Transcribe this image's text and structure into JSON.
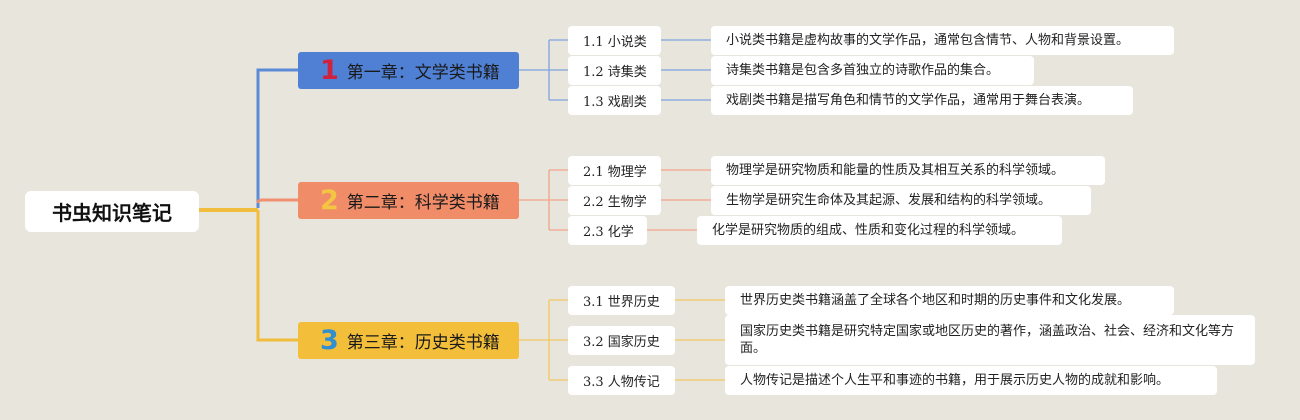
{
  "root": {
    "label": "书虫知识笔记"
  },
  "chapters": [
    {
      "number": "1",
      "title": "第一章：文学类书籍",
      "color": "#4f80d3",
      "number_color": "#d0213e",
      "line_color": "#5b8ad6",
      "items": [
        {
          "label": "1.1 小说类",
          "desc": "小说类书籍是虚构故事的文学作品，通常包含情节、人物和背景设置。"
        },
        {
          "label": "1.2 诗集类",
          "desc": "诗集类书籍是包含多首独立的诗歌作品的集合。"
        },
        {
          "label": "1.3 戏剧类",
          "desc": "戏剧类书籍是描写角色和情节的文学作品，通常用于舞台表演。"
        }
      ]
    },
    {
      "number": "2",
      "title": "第二章：科学类书籍",
      "color": "#f08c68",
      "number_color": "#f4c542",
      "line_color": "#f09070",
      "items": [
        {
          "label": "2.1 物理学",
          "desc": "物理学是研究物质和能量的性质及其相互关系的科学领域。"
        },
        {
          "label": "2.2 生物学",
          "desc": "生物学是研究生命体及其起源、发展和结构的科学领域。"
        },
        {
          "label": "2.3 化学",
          "desc": "化学是研究物质的组成、性质和变化过程的科学领域。"
        }
      ]
    },
    {
      "number": "3",
      "title": "第三章：历史类书籍",
      "color": "#f3be3a",
      "number_color": "#2f8fd0",
      "line_color": "#f0bd3c",
      "items": [
        {
          "label": "3.1 世界历史",
          "desc": "世界历史类书籍涵盖了全球各个地区和时期的历史事件和文化发展。"
        },
        {
          "label": "3.2 国家历史",
          "desc": "国家历史类书籍是研究特定国家或地区历史的著作，涵盖政治、社会、经济和文化等方面。"
        },
        {
          "label": "3.3 人物传记",
          "desc": "人物传记是描述个人生平和事迹的书籍，用于展示历史人物的成就和影响。"
        }
      ]
    }
  ]
}
